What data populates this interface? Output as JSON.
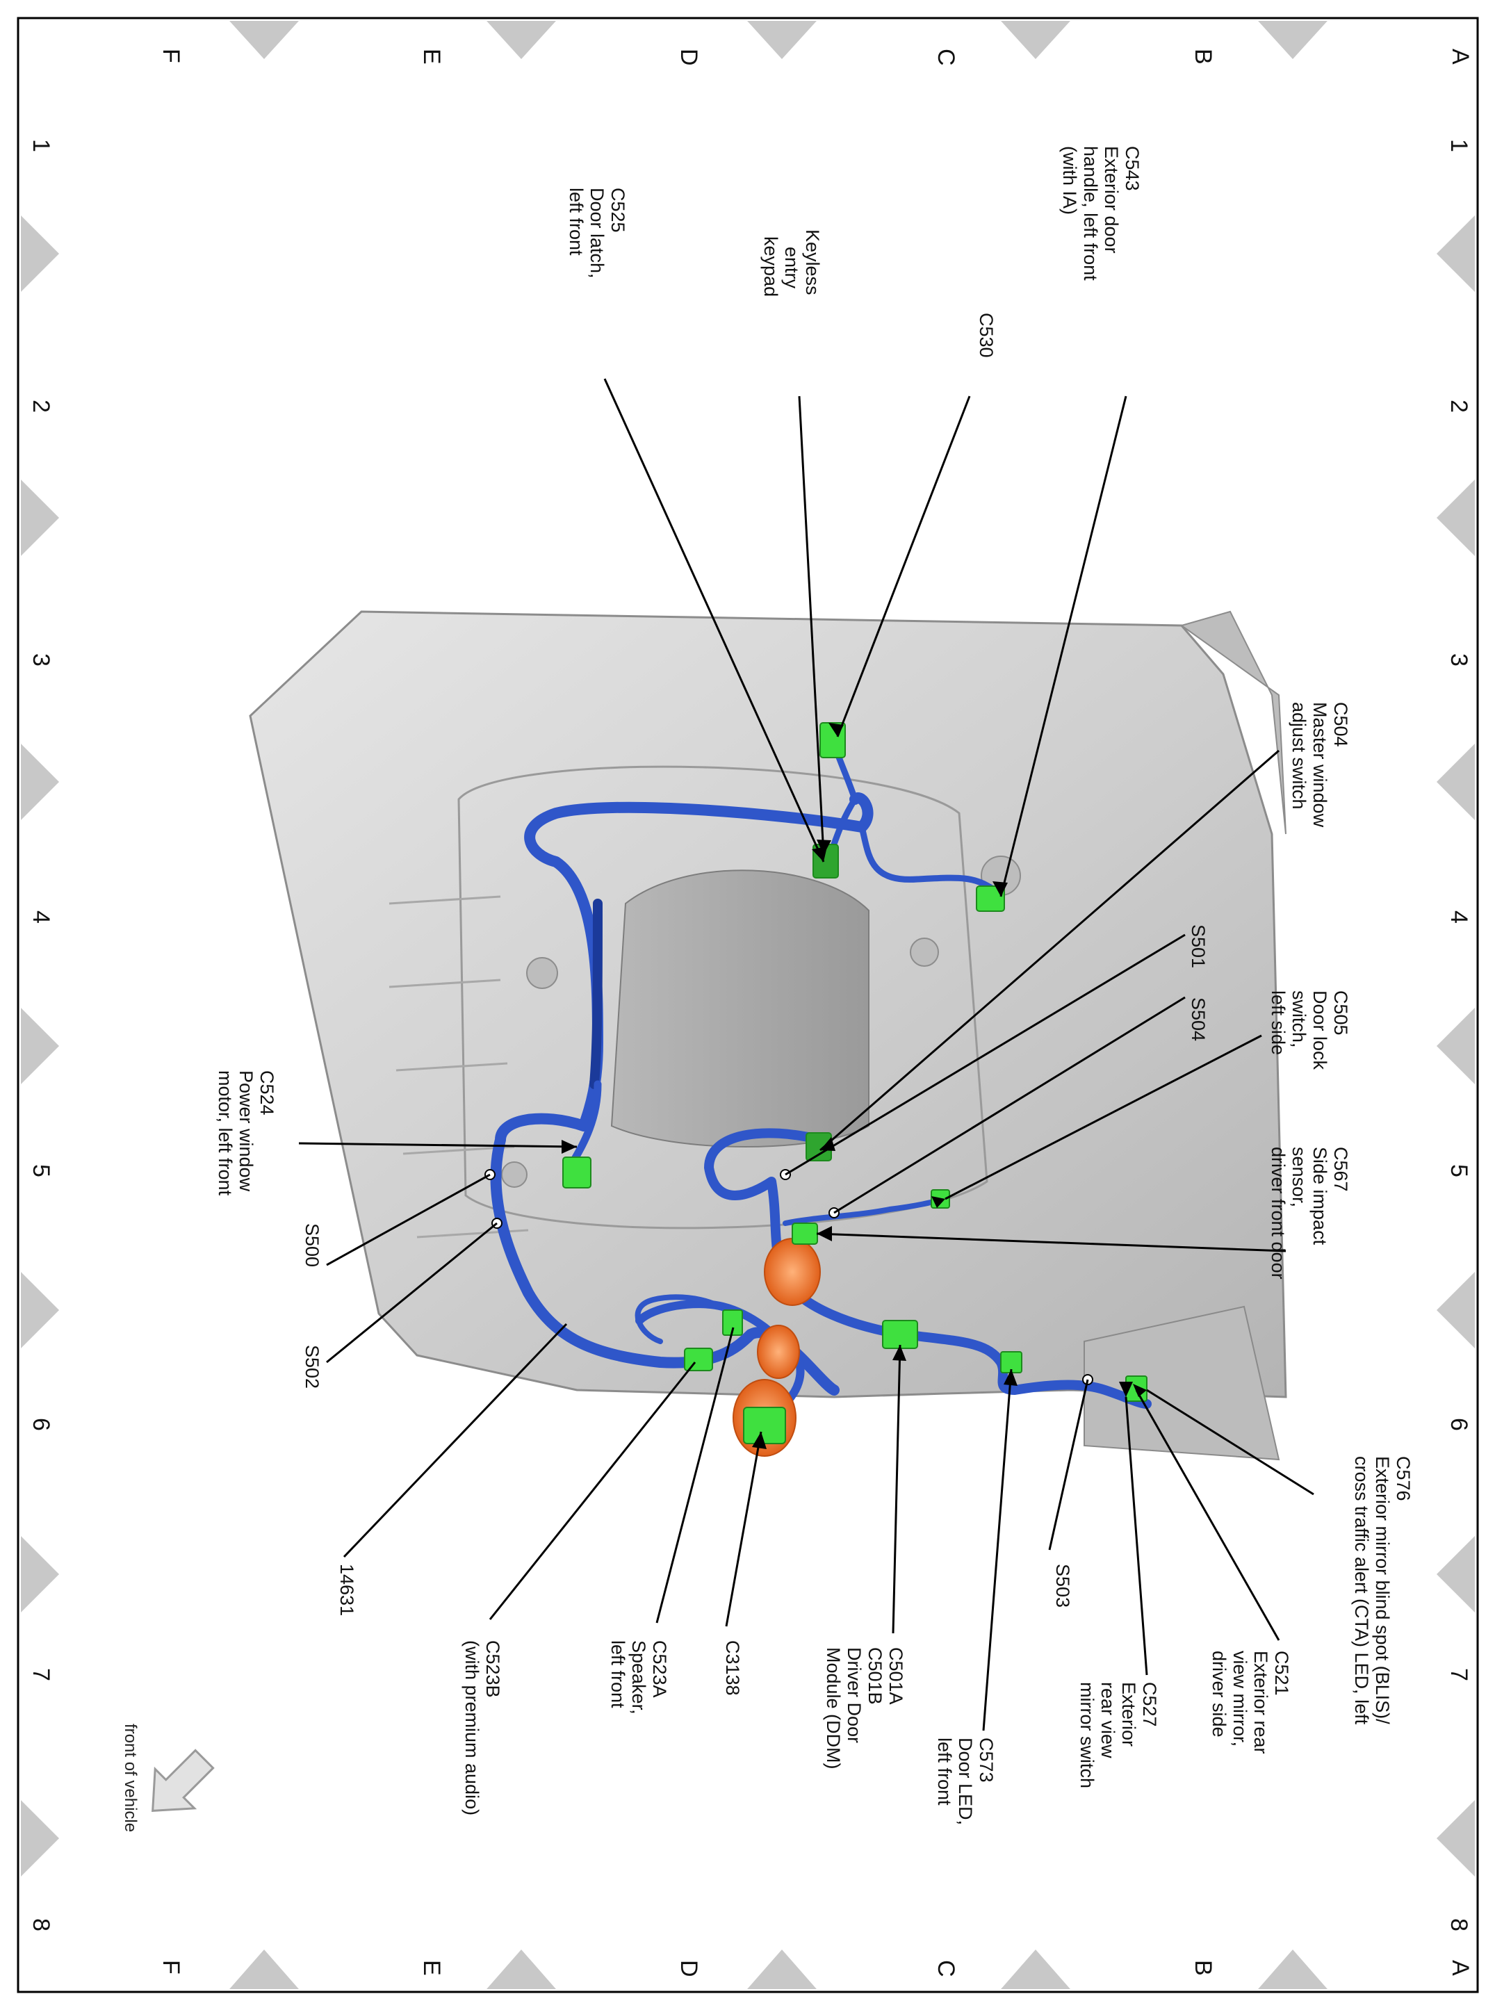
{
  "grid": {
    "columns": [
      "1",
      "2",
      "3",
      "4",
      "5",
      "6",
      "7",
      "8"
    ],
    "rows": [
      "A",
      "B",
      "C",
      "D",
      "E",
      "F"
    ]
  },
  "colors": {
    "harness": "#2f56c9",
    "harness_dark": "#1b3a9a",
    "connector": "#3fe03f",
    "grommet": "#f07a2a",
    "door_panel": "#c9c9c9",
    "chevron": "#c8c8c8",
    "border": "#000000"
  },
  "icons": {
    "front_arrow": "arrow-down-right-icon"
  },
  "labels": {
    "c543": [
      "C543",
      "Exterior door",
      "handle, left front",
      "(with IA)"
    ],
    "c530": [
      "C530"
    ],
    "keypad": [
      "Keyless",
      "entry",
      "keypad"
    ],
    "c525": [
      "C525",
      "Door latch,",
      "left front"
    ],
    "c504": [
      "C504",
      "Master window",
      "adjust switch"
    ],
    "s501": [
      "S501"
    ],
    "s504": [
      "S504"
    ],
    "c505": [
      "C505",
      "Door lock",
      "switch,",
      "left side"
    ],
    "c567": [
      "C567",
      "Side impact",
      "sensor,",
      "driver front door"
    ],
    "c524": [
      "C524",
      "Power window",
      "motor, left front"
    ],
    "s500": [
      "S500"
    ],
    "s502": [
      "S502"
    ],
    "c576": [
      "C576",
      "Exterior mirror blind spot (BLIS)/",
      "cross traffic alert (CTA) LED, left"
    ],
    "s503": [
      "S503"
    ],
    "c521": [
      "C521",
      "Exterior rear",
      "view mirror,",
      "driver side"
    ],
    "c527": [
      "C527",
      "Exterior",
      "rear view",
      "mirror switch"
    ],
    "c573": [
      "C573",
      "Door LED,",
      "left front"
    ],
    "c501": [
      "C501A",
      "C501B",
      "Driver Door",
      "Module (DDM)"
    ],
    "c3138": [
      "C3138"
    ],
    "c523a": [
      "C523A",
      "Speaker,",
      "left front"
    ],
    "c523b": [
      "C523B",
      "(with premium audio)"
    ],
    "n14631": [
      "14631"
    ],
    "front": [
      "front of vehicle"
    ]
  }
}
